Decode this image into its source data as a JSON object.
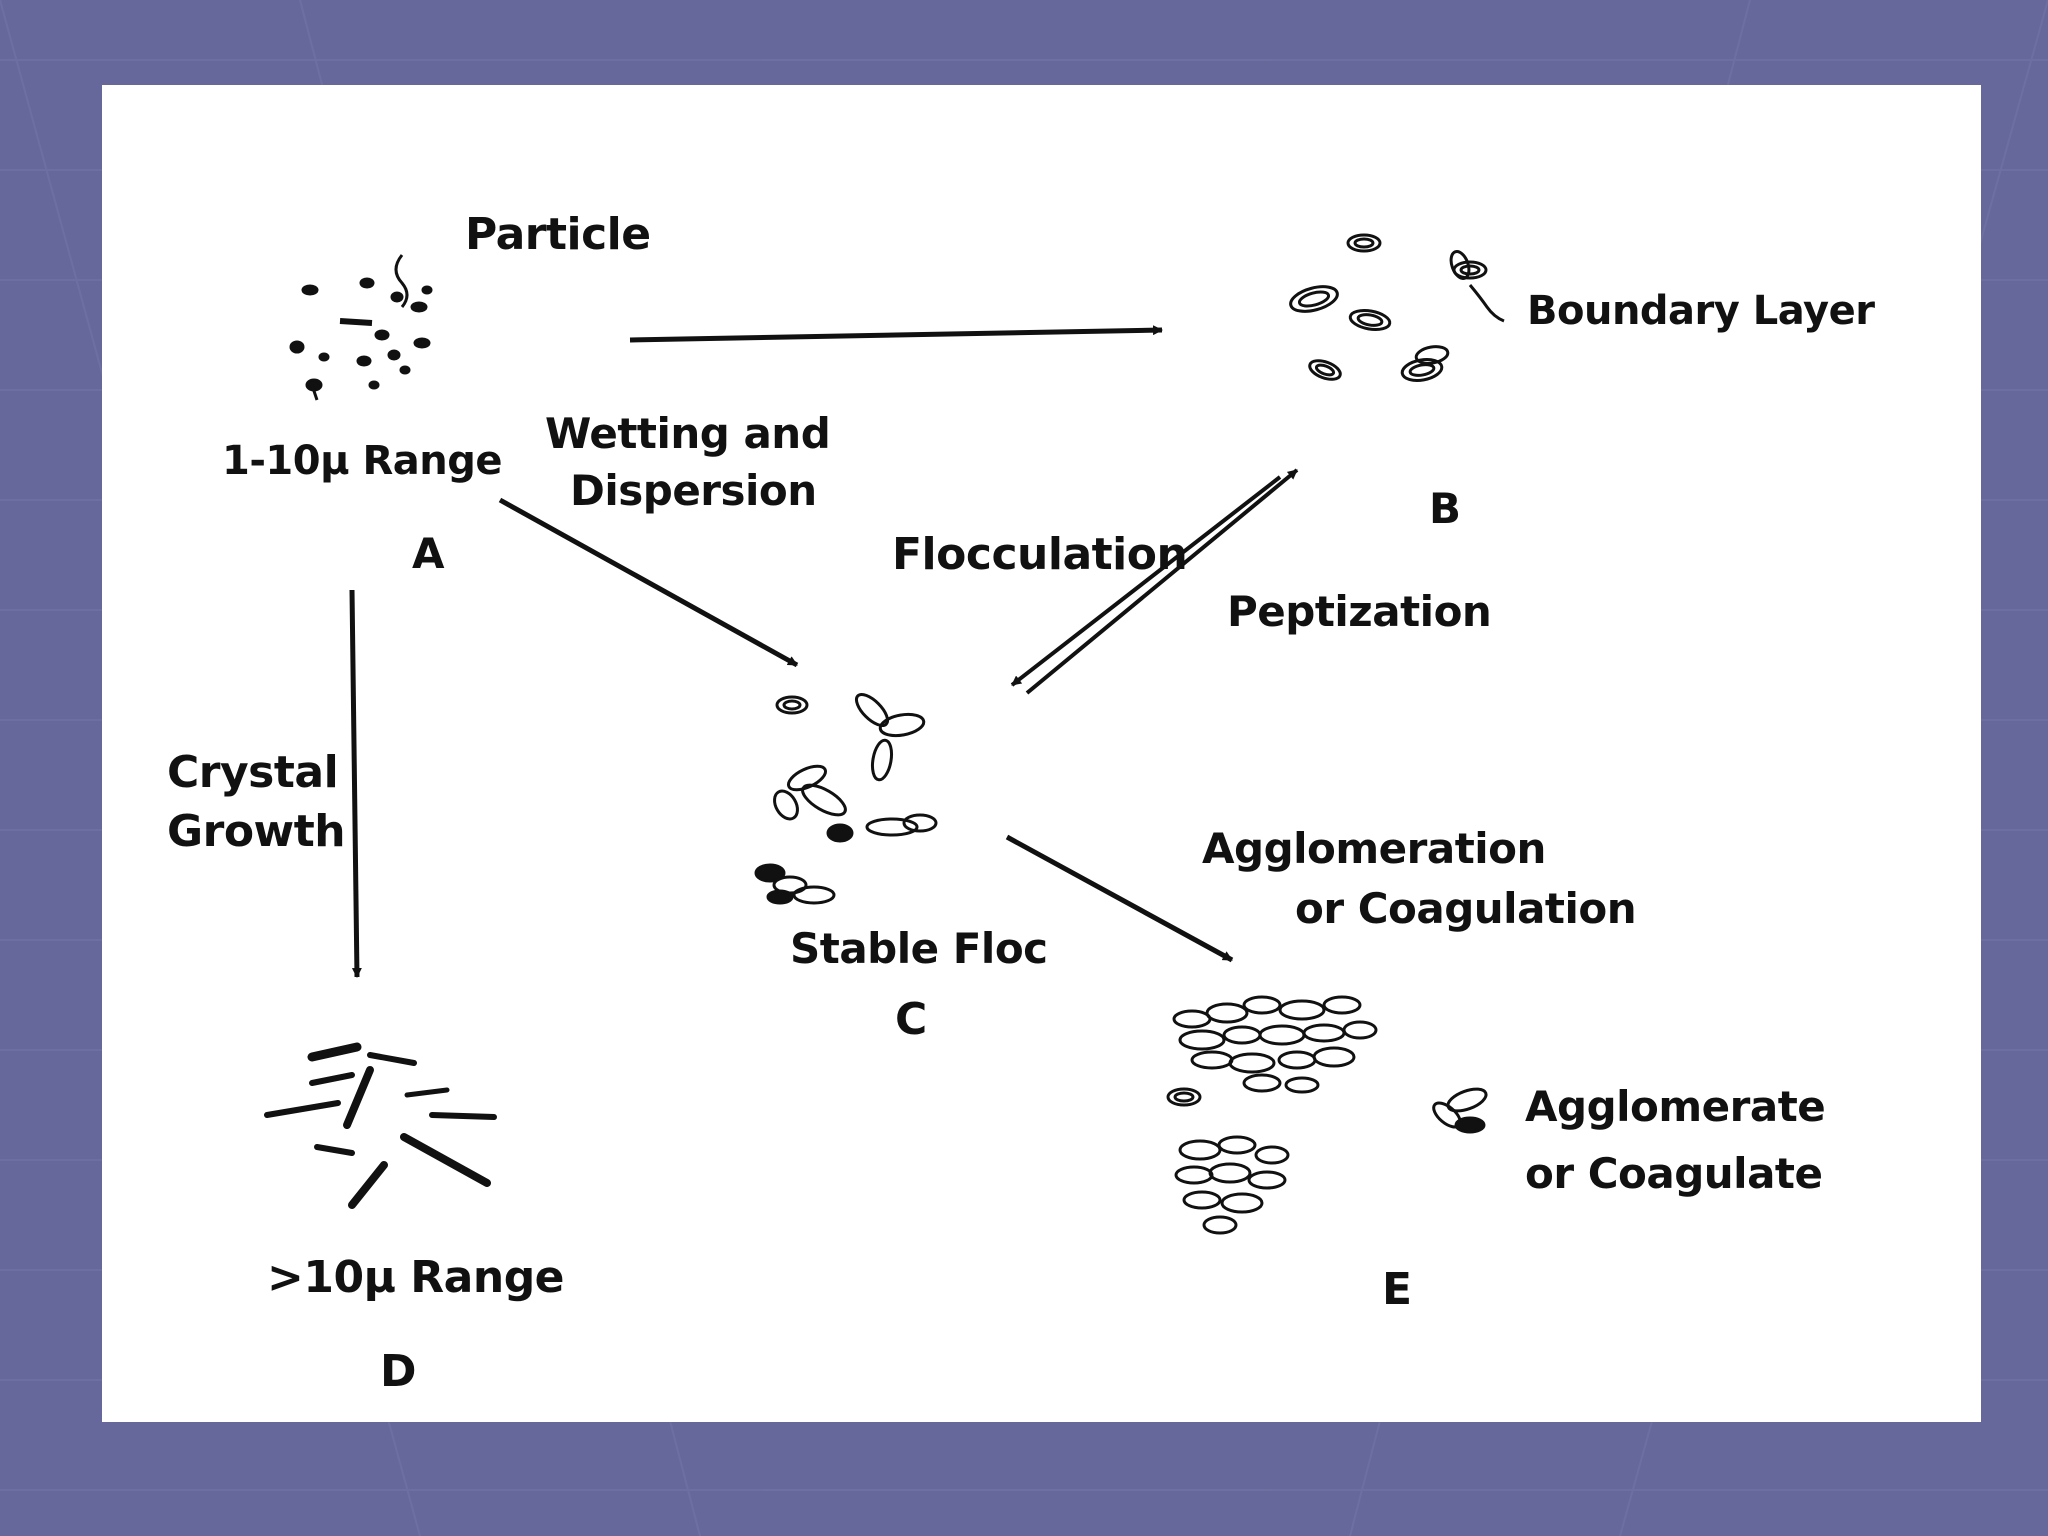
{
  "slide": {
    "background_color": "#66689c",
    "panel_color": "#ffffff",
    "stroke_color": "#111111"
  },
  "diagram": {
    "labels": {
      "particle": "Particle",
      "range_a": "1-10μ Range",
      "letter_a": "A",
      "boundary_layer": "Boundary Layer",
      "letter_b": "B",
      "wetting_line1": "Wetting and",
      "wetting_line2": "Dispersion",
      "flocculation": "Flocculation",
      "peptization": "Peptization",
      "crystal_line1": "Crystal",
      "crystal_line2": "Growth",
      "stable_floc": "Stable Floc",
      "letter_c": "C",
      "agglomeration_line1": "Agglomeration",
      "agglomeration_line2": "or Coagulation",
      "agglomerate_line1": "Agglomerate",
      "agglomerate_line2": "or Coagulate",
      "letter_e": "E",
      "range_d": ">10μ Range",
      "letter_d": "D"
    }
  }
}
